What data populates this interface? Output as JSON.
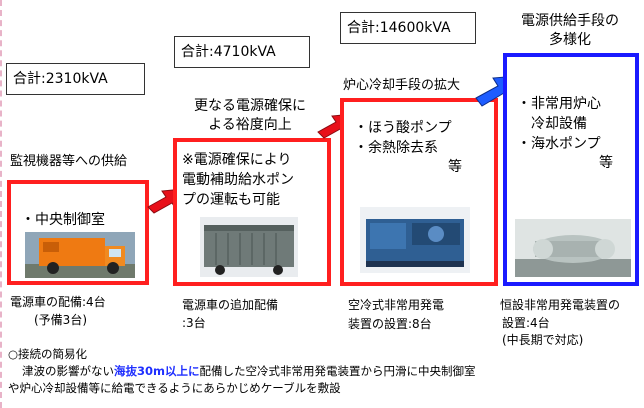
{
  "stage1": {
    "total": "合計:2310kVA",
    "heading": "監視機器等への供給",
    "item": "・中央制御室",
    "caption1": "電源車の配備:4台",
    "caption2": "(予備3台)"
  },
  "stage2": {
    "total": "合計:4710kVA",
    "heading1": "更なる電源確保に",
    "heading2": "よる裕度向上",
    "item1": "※電源確保により",
    "item2": "電動補助給水ポン",
    "item3": "プの運転も可能",
    "caption1": "電源車の追加配備",
    "caption2": ":3台"
  },
  "stage3": {
    "total": "合計:14600kVA",
    "heading": "炉心冷却手段の拡大",
    "item1": "・ほう酸ポンプ",
    "item2": "・余熱除去系",
    "item3": "等",
    "caption1": "空冷式非常用発電",
    "caption2": "装置の設置:8台"
  },
  "stage4": {
    "heading1": "電源供給手段の",
    "heading2": "多様化",
    "item1": "・非常用炉心",
    "item2": "冷却設備",
    "item3": "・海水ポンプ",
    "item4": "等",
    "caption1": "恒設非常用発電装置の",
    "caption2": "設置:4台",
    "caption3": "(中長期で対応)"
  },
  "notes": {
    "line1": "○接続の簡易化",
    "line2_pre": "津波の影響がない",
    "line2_highlight": "海抜30m以上に",
    "line2_post": "配備した空冷式非常用発電装置から円滑に中央制御室",
    "line3": "や炉心冷却設備等に給電できるようにあらかじめケーブルを敷設"
  },
  "colors": {
    "red": "#ff1f1f",
    "blue": "#1a1aff",
    "highlight": "#1f2fff",
    "arrow_red": "#e8101a",
    "arrow_blue": "#1e5cff"
  }
}
